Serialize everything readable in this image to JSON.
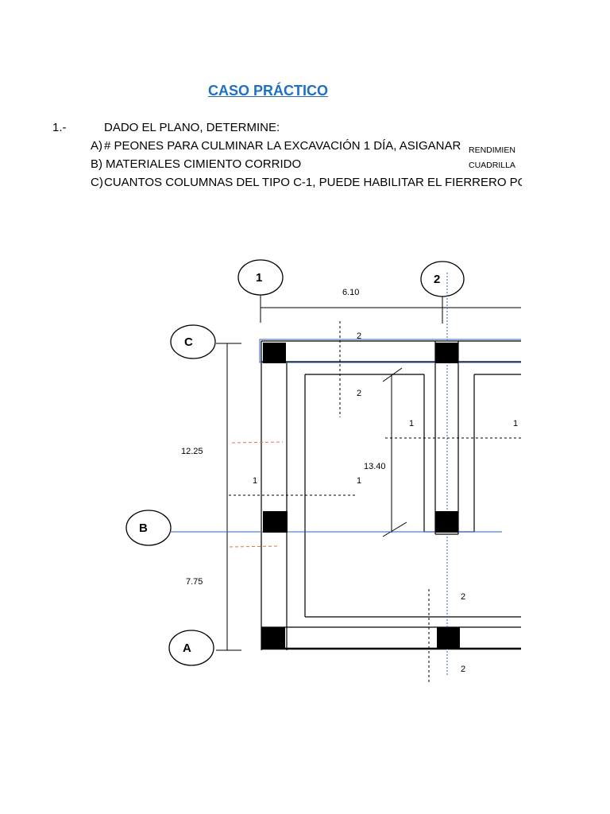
{
  "title": "CASO PRÁCTICO",
  "item_number": "1.-",
  "intro": "DADO EL PLANO, DETERMINE:",
  "questions": [
    {
      "label": "A)",
      "text": "# PEONES PARA CULMINAR LA EXCAVACIÓN 1 DÍA, ASIGANAR"
    },
    {
      "label": "B)",
      "text": "MATERIALES CIMIENTO CORRIDO"
    },
    {
      "label": "C)",
      "text": "CUANTOS COLUMNAS DEL TIPO C-1, PUEDE HABILITAR EL FIERRERO PO"
    }
  ],
  "side_notes": {
    "rendimiento": "RENDIMIEN",
    "cuadrilla": "CUADRILLA"
  },
  "plan": {
    "axes": {
      "col1": "1",
      "col2": "2",
      "rowC": "C",
      "rowB": "B",
      "rowA": "A"
    },
    "dims": {
      "span_12": "6.10",
      "span_CB": "12.25",
      "span_BA": "7.75",
      "interior": "13.40"
    },
    "section_marks": {
      "s2_top": "2",
      "s2_mid": "2",
      "s1_right_a": "1",
      "s1_right_b": "1",
      "s1_left_a": "1",
      "s1_left_b": "1",
      "s2_low": "2",
      "s2_bottom": "2"
    }
  }
}
